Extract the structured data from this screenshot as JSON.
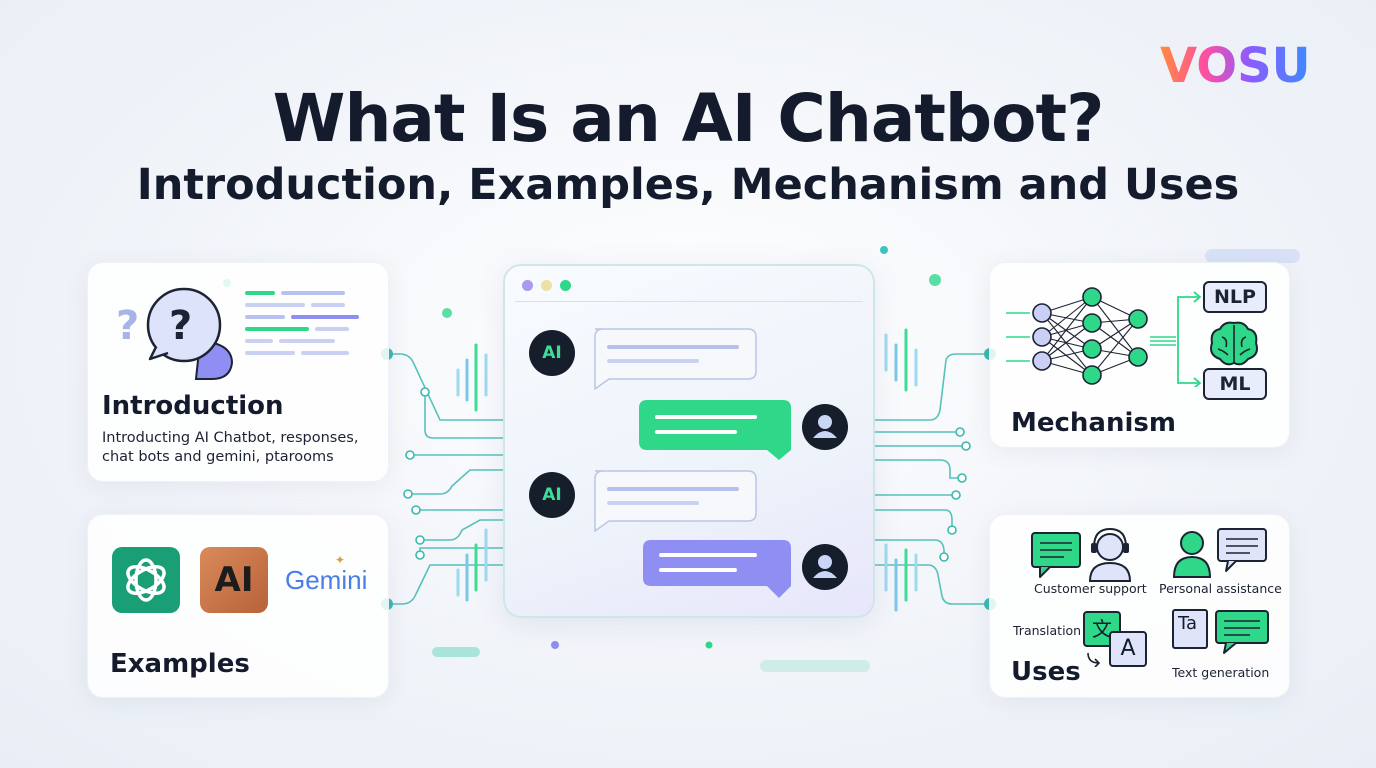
{
  "brand": {
    "logo_text": "VOSU"
  },
  "header": {
    "title": "What Is an AI Chatbot?",
    "subtitle": "Introduction, Examples, Mechanism and Uses"
  },
  "introduction": {
    "title": "Introduction",
    "description_line1": "Introducting AI Chatbot, responses,",
    "description_line2": "chat bots and gemini, ptarooms"
  },
  "examples": {
    "title": "Examples",
    "items": [
      {
        "icon": "openai-logo"
      },
      {
        "icon": "anthropic-logo",
        "label": "AI"
      },
      {
        "icon": "gemini-logo",
        "label": "Gemini"
      }
    ]
  },
  "chat": {
    "ai_badge": "AI",
    "messages": [
      {
        "from": "ai"
      },
      {
        "from": "user"
      },
      {
        "from": "ai"
      },
      {
        "from": "user"
      }
    ]
  },
  "mechanism": {
    "title": "Mechanism",
    "outputs": [
      "NLP",
      "ML"
    ]
  },
  "uses": {
    "title": "Uses",
    "items": {
      "customer_support": "Customer support",
      "personal_assistance": "Personal assistance",
      "translation": "Translation",
      "text_generation": "Text generation"
    },
    "translation_glyphs": {
      "source": "文",
      "target": "A"
    },
    "text_gen_glyph": "Ta"
  },
  "colors": {
    "accent_green": "#2fd889",
    "accent_purple": "#8f8ef2",
    "circuit_teal": "#3bb8b0",
    "dark": "#141b2d"
  }
}
